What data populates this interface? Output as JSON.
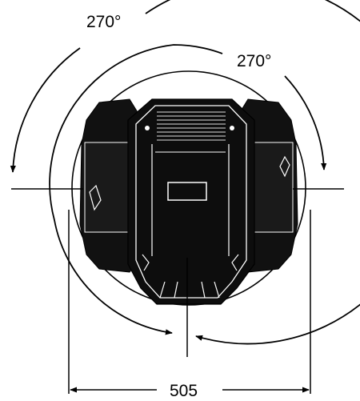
{
  "drawing": {
    "labels": {
      "rotation_outer": "270°",
      "rotation_inner": "270°",
      "width_dimension": "505"
    }
  }
}
